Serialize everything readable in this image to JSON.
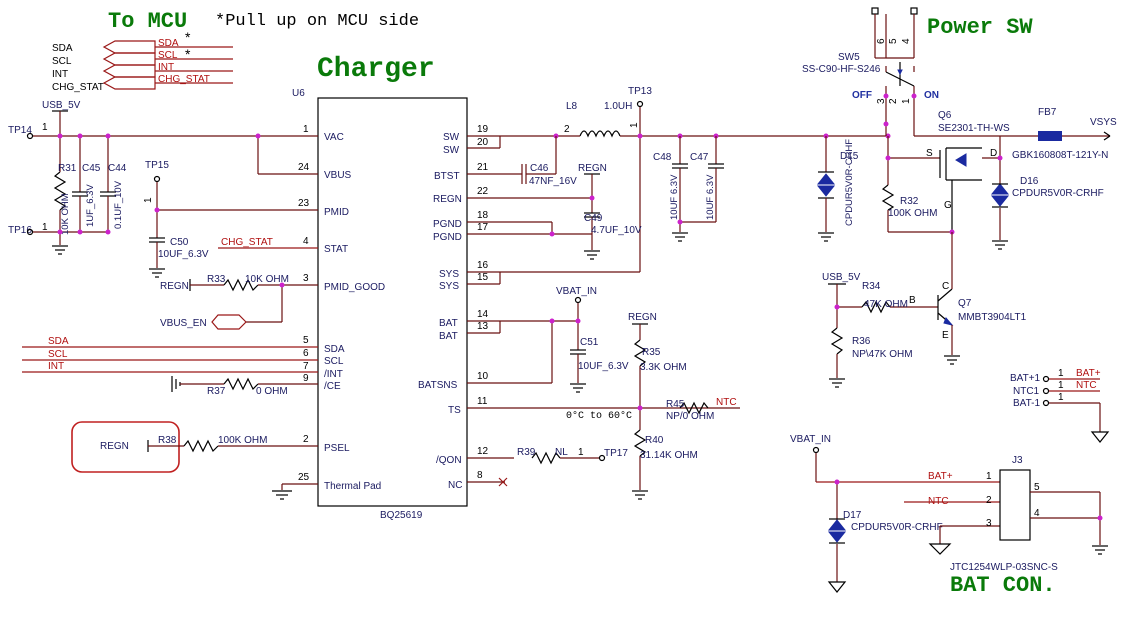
{
  "titles": {
    "to_mcu": "To MCU",
    "pullup_note": "*Pull up on MCU side",
    "charger": "Charger",
    "power_sw": "Power SW",
    "bat_con": "BAT CON."
  },
  "ic": {
    "ref": "U6",
    "part": "BQ25619",
    "left_pins": [
      {
        "num": "1",
        "name": "VAC"
      },
      {
        "num": "24",
        "name": "VBUS"
      },
      {
        "num": "23",
        "name": "PMID"
      },
      {
        "num": "4",
        "name": "STAT"
      },
      {
        "num": "3",
        "name": "PMID_GOOD"
      },
      {
        "num": "5",
        "name": "SDA"
      },
      {
        "num": "6",
        "name": "SCL"
      },
      {
        "num": "7",
        "name": "/INT"
      },
      {
        "num": "9",
        "name": "/CE"
      },
      {
        "num": "2",
        "name": "PSEL"
      },
      {
        "num": "25",
        "name": "Thermal Pad"
      }
    ],
    "right_pins": [
      {
        "num": "19",
        "name": "SW"
      },
      {
        "num": "20",
        "name": "SW"
      },
      {
        "num": "21",
        "name": "BTST"
      },
      {
        "num": "22",
        "name": "REGN"
      },
      {
        "num": "18",
        "name": "PGND"
      },
      {
        "num": "17",
        "name": "PGND"
      },
      {
        "num": "16",
        "name": "SYS"
      },
      {
        "num": "15",
        "name": "SYS"
      },
      {
        "num": "14",
        "name": "BAT"
      },
      {
        "num": "13",
        "name": "BAT"
      },
      {
        "num": "10",
        "name": "BATSNS"
      },
      {
        "num": "11",
        "name": "TS"
      },
      {
        "num": "12",
        "name": "/QON"
      },
      {
        "num": "8",
        "name": "NC"
      }
    ]
  },
  "mcu_signals": {
    "left": [
      "SDA",
      "SCL",
      "INT",
      "CHG_STAT"
    ],
    "right": [
      "SDA",
      "SCL",
      "INT",
      "CHG_STAT"
    ],
    "star": "*"
  },
  "nets": {
    "usb_5v": "USB_5V",
    "tp14": "TP14",
    "tp16": "TP16",
    "tp15": "TP15",
    "tp13": "TP13",
    "tp17": "TP17",
    "regn": "REGN",
    "vbat_in": "VBAT_IN",
    "vbus_en": "VBUS_EN",
    "chg_stat": "CHG_STAT",
    "sda": "SDA",
    "scl": "SCL",
    "int": "INT",
    "ntc": "NTC",
    "vsys": "VSYS",
    "bat_plus": "BAT+",
    "one": "1",
    "two": "2",
    "b": "B",
    "c": "C",
    "e": "E",
    "s": "S",
    "d": "D",
    "g": "G",
    "nl": "NL",
    "on": "ON",
    "off": "OFF",
    "ts_range": "0°C to 60°C"
  },
  "components": {
    "r31": {
      "ref": "R31",
      "value": "10K OHM"
    },
    "c45": {
      "ref": "C45",
      "value": "1UF_6.3V"
    },
    "c44": {
      "ref": "C44",
      "value": "0.1UF_10V"
    },
    "c50": {
      "ref": "C50",
      "value": "10UF_6.3V"
    },
    "r33": {
      "ref": "R33",
      "value": "10K OHM"
    },
    "r37": {
      "ref": "R37",
      "value": "0 OHM"
    },
    "r38": {
      "ref": "R38",
      "value": "100K OHM"
    },
    "l8": {
      "ref": "L8",
      "value": "1.0UH"
    },
    "c46": {
      "ref": "C46",
      "value": "47NF_16V"
    },
    "c49": {
      "ref": "C49",
      "value": "4.7UF_10V"
    },
    "c48": {
      "ref": "C48",
      "value": "10UF 6.3V"
    },
    "c47": {
      "ref": "C47",
      "value": "10UF 6.3V"
    },
    "c51": {
      "ref": "C51",
      "value": "10UF_6.3V"
    },
    "r35": {
      "ref": "R35",
      "value": "3.3K OHM"
    },
    "r45": {
      "ref": "R45",
      "value": "NP/0 OHM"
    },
    "r40": {
      "ref": "R40",
      "value": "31.14K OHM"
    },
    "r39": {
      "ref": "R39",
      "value": "NL"
    },
    "d15": {
      "ref": "D15",
      "value": "CPDUR5V0R-CRHF"
    },
    "sw5": {
      "ref": "SW5",
      "value": "SS-C90-HF-S246"
    },
    "q6": {
      "ref": "Q6",
      "value": "SE2301-TH-WS"
    },
    "r32": {
      "ref": "R32",
      "value": "100K OHM"
    },
    "fb7": {
      "ref": "FB7",
      "value": "GBK160808T-121Y-N"
    },
    "d16": {
      "ref": "D16",
      "value": "CPDUR5V0R-CRHF"
    },
    "r34": {
      "ref": "R34",
      "value": "47K OHM"
    },
    "r36": {
      "ref": "R36",
      "value": "NP\\47K OHM"
    },
    "q7": {
      "ref": "Q7",
      "value": "MMBT3904LT1"
    },
    "d17": {
      "ref": "D17",
      "value": "CPDUR5V0R-CRHF"
    },
    "j3": {
      "ref": "J3",
      "value": "JTC1254WLP-03SNC-S"
    }
  },
  "sw_pins": [
    "6",
    "5",
    "4",
    "3",
    "2",
    "1"
  ],
  "bat_test": [
    {
      "label": "BAT+1",
      "net": "BAT+"
    },
    {
      "label": "NTC1",
      "net": "NTC"
    },
    {
      "label": "BAT-1",
      "net": ""
    }
  ],
  "j3_pins": [
    "1",
    "2",
    "3",
    "5",
    "4"
  ]
}
